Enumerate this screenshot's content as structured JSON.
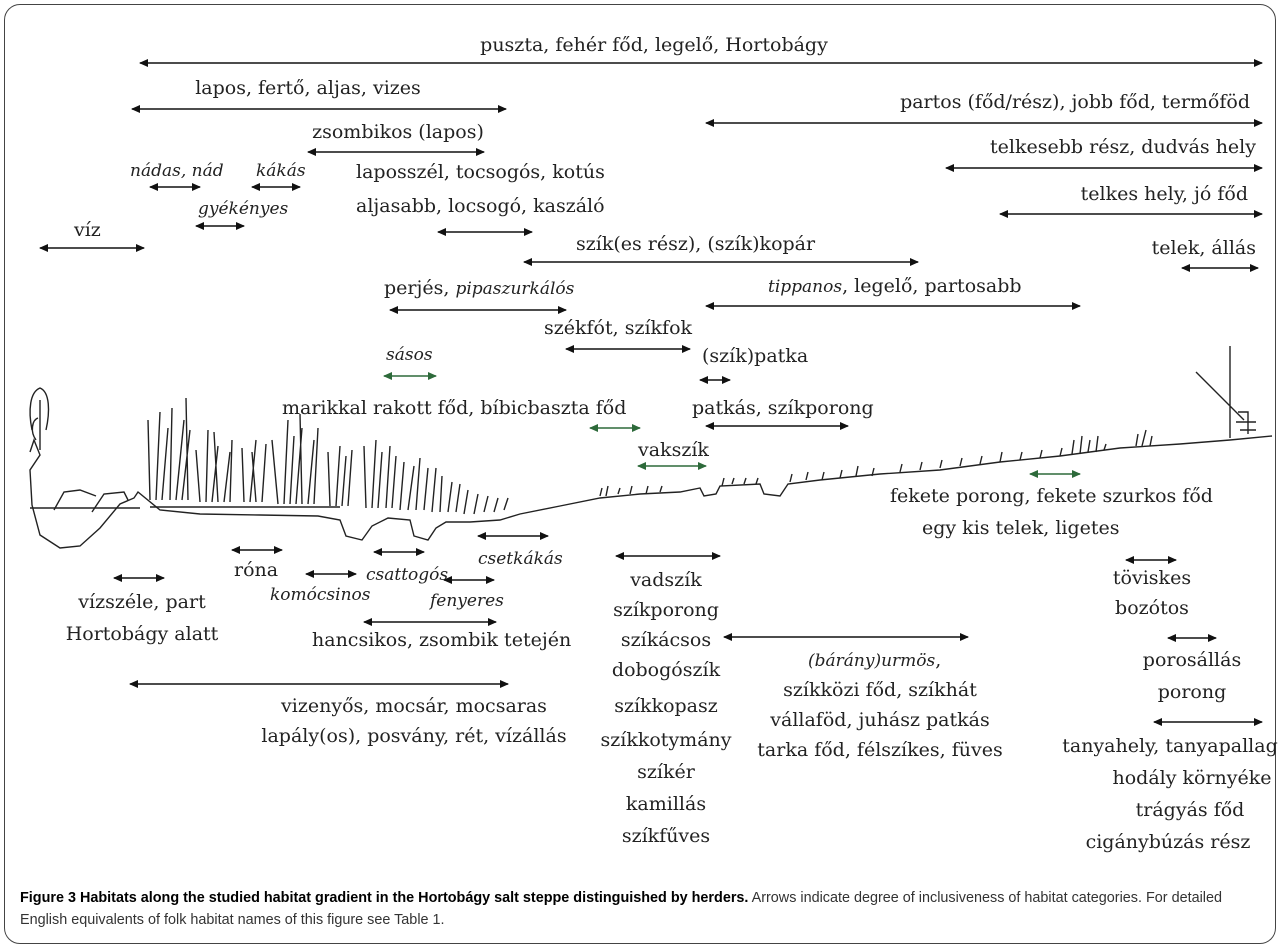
{
  "diagram": {
    "labels": {
      "puszta": "puszta, fehér főd, legelő, Hortobágy",
      "lapos": "lapos, fertő, aljas, vizes",
      "partos": "partos (főd/rész), jobb főd, termőföd",
      "zsombikos": "zsombikos (lapos)",
      "telkesebb": "telkesebb rész, dudvás hely",
      "nadas": "nádas, nád",
      "kakas": "kákás",
      "gyekenyes": "gyékényes",
      "lapossz": "laposszél, tocsogós, kotús",
      "aljasabb": "aljasabb, locsogó, kaszáló",
      "telkes": "telkes hely, jó főd",
      "viz": "víz",
      "szik": "szík(es rész), (szík)kopár",
      "telek": "telek, állás",
      "perjes": "perjés, ",
      "pipasz": "pipaszurkálós",
      "tippanos": "tippanos",
      "legelo2": ", legelő, partosabb",
      "szikfot": "székfót, szíkfok",
      "sasos": "sásos",
      "patka": "(szík)patka",
      "marikkal": "marikkal rakott főd, bíbicbaszta főd",
      "patkas": "patkás, szíkporong",
      "vakszik": "vakszík",
      "fekete": "fekete porong, fekete szurkos főd",
      "egykis": "egy kis telek, ligetes",
      "csetkakas": "csetkákás",
      "rona": "róna",
      "csattogos": "csattogós",
      "komocsinos": "komócsinos",
      "fenyeres": "fenyeres",
      "vizszele": "vízszéle, part",
      "hortalatt": "Hortobágy alatt",
      "hancsikos": "hancsikos, zsombik tetején",
      "vizenyos": "vizenyős, mocsár, mocsaras",
      "lapaly": "lapály(os), posvány, rét, vízállás",
      "barany": "(bárány)urmös",
      "barany_tail": ",",
      "szikkozi": "szíkközi főd, szíkhát",
      "vallafod": "vállaföd, juhász patkás",
      "tarka": "tarka főd, félszíkes, füves",
      "toviskes": "töviskes",
      "bozotos": "bozótos",
      "porosallas": "porosállás",
      "porong": "porong",
      "tanyahely": "tanyahely, tanyapallag",
      "hodaly": "hodály környéke",
      "tragyas": "trágyás főd",
      "ciganybuzas": "cigánybúzás rész",
      "szik_column": [
        "vadszík",
        "szíkporong",
        "szíkácsos",
        "dobogószík",
        "szíkkopasz",
        "szíkkotymány",
        "szíkér",
        "kamillás",
        "szíkfűves"
      ]
    }
  },
  "caption": {
    "title": "Figure 3 Habitats along the studied habitat gradient in the Hortobágy salt steppe distinguished by herders.",
    "text": " Arrows indicate degree of inclusiveness of habitat categories. For detailed English equivalents of folk habitat names of this figure see Table 1."
  },
  "colors": {
    "arrow": "#111111",
    "green_arrow": "#2d6a3a",
    "text": "#222222"
  }
}
